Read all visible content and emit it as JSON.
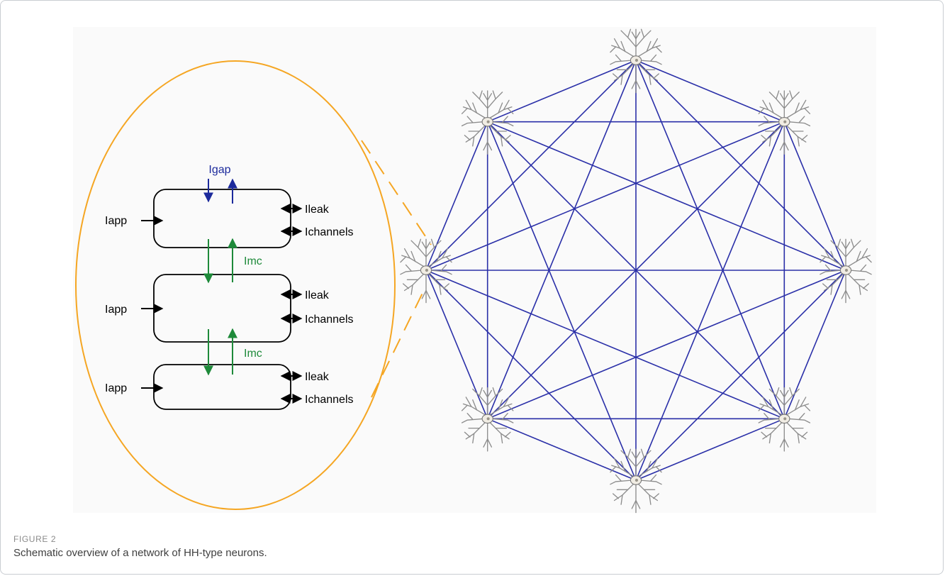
{
  "figure": {
    "label": "FIGURE 2",
    "caption": "Schematic overview of a network of HH-type neurons."
  },
  "diagram": {
    "colors": {
      "network_edge": "#2a2fa8",
      "zoom_ellipse": "#f5a623",
      "gap_current": "#1c2a9c",
      "mc_current": "#1e8a3a",
      "membrane": "#000000"
    },
    "compartment_model": {
      "gap_label": "Igap",
      "mc_label": "Imc",
      "compartments": [
        {
          "input": "Iapp",
          "outputs": [
            "Ileak",
            "Ichannels"
          ]
        },
        {
          "input": "Iapp",
          "outputs": [
            "Ileak",
            "Ichannels"
          ]
        },
        {
          "input": "Iapp",
          "outputs": [
            "Ileak",
            "Ichannels"
          ]
        }
      ]
    },
    "network": {
      "node_count": 8,
      "node_icon": "neuron-icon",
      "topology": "all-to-all"
    }
  }
}
